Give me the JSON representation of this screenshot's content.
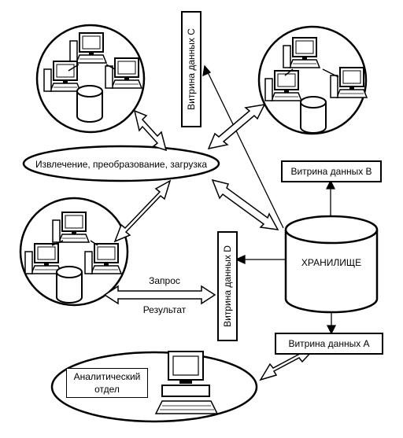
{
  "process": {
    "label": "Извлечение, преобразование, загрузка"
  },
  "storage": {
    "label": "ХРАНИЛИЩЕ"
  },
  "marts": {
    "a": "Витрина данных А",
    "b": "Витрина данных В",
    "c": "Витрина данных С",
    "d": "Витрина данных D"
  },
  "analytics": {
    "line1": "Аналитический",
    "line2": "отдел"
  },
  "exchange": {
    "request": "Запрос",
    "result": "Результат"
  },
  "colors": {
    "stroke": "#000000",
    "background": "#ffffff"
  }
}
